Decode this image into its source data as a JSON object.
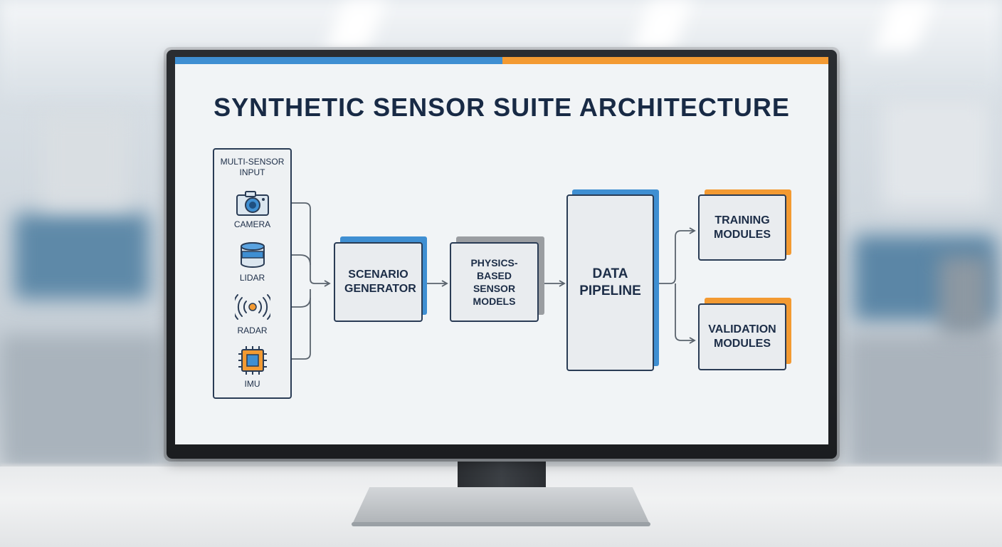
{
  "title": "SYNTHETIC SENSOR SUITE ARCHITECTURE",
  "input_panel": {
    "title": "MULTI-SENSOR INPUT",
    "sensors": [
      {
        "label": "CAMERA",
        "icon": "camera-icon"
      },
      {
        "label": "LIDAR",
        "icon": "lidar-icon"
      },
      {
        "label": "RADAR",
        "icon": "radar-icon"
      },
      {
        "label": "IMU",
        "icon": "chip-icon"
      }
    ]
  },
  "nodes": {
    "scenario": "SCENARIO GENERATOR",
    "physics": "PHYSICS-BASED SENSOR MODELS",
    "pipeline": "DATA PIPELINE",
    "training": "TRAINING MODULES",
    "validation": "VALIDATION MODULES"
  },
  "colors": {
    "blue_accent": "#3f8fd2",
    "orange_accent": "#f39a32",
    "gray_accent": "#9a9da1",
    "ink": "#1c2d47"
  }
}
